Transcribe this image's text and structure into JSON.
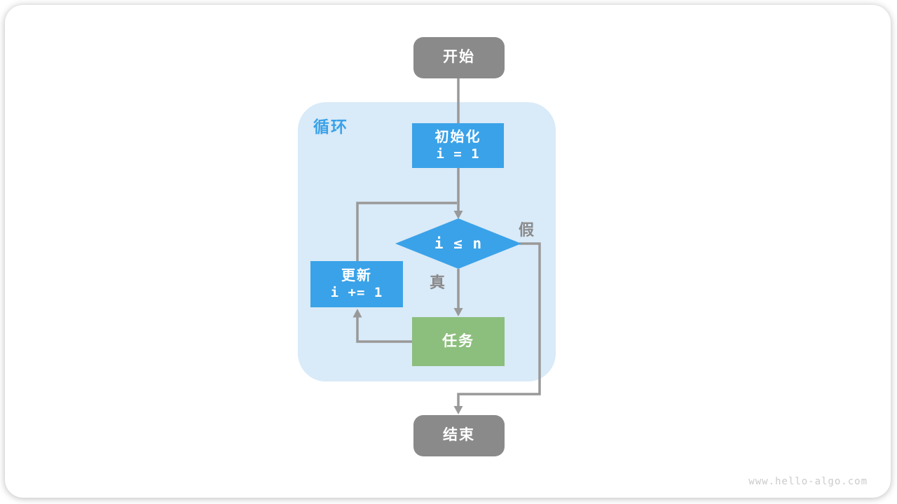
{
  "figure": {
    "region_label": "循环",
    "nodes": {
      "start": {
        "label": "开始"
      },
      "init": {
        "label": "初始化",
        "code": "i = 1"
      },
      "condition": {
        "expr": "i ≤ n"
      },
      "update": {
        "label": "更新",
        "code": "i += 1"
      },
      "task": {
        "label": "任务"
      },
      "end": {
        "label": "结束"
      }
    },
    "branch_labels": {
      "false": "假",
      "true": "真"
    },
    "colors": {
      "terminal_fill": "#8a8a8a",
      "process_fill": "#3aa2e8",
      "task_fill": "#8cbe7d",
      "region_fill": "#d9eaf8",
      "edge_stroke": "#999999",
      "branch_label": "#8a8a8a",
      "region_label": "#3aa2e8",
      "node_text": "#ffffff",
      "watermark": "#cbcbcb"
    }
  },
  "watermark": "www.hello-algo.com"
}
